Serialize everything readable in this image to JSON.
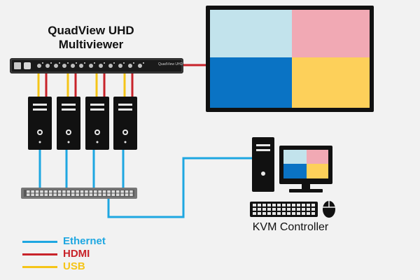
{
  "title": {
    "line1": "QuadView UHD",
    "line2": "Multiviewer"
  },
  "device_label": "QuadView UHD",
  "kvm_label": "KVM Controller",
  "legend": [
    {
      "label": "Ethernet",
      "color": "#1ea7e1"
    },
    {
      "label": "HDMI",
      "color": "#c8232a"
    },
    {
      "label": "USB",
      "color": "#f5c518"
    }
  ],
  "quad_colors": {
    "top_left": "#c2e3ec",
    "top_right": "#f1a9b4",
    "bottom_left": "#0a73c4",
    "bottom_right": "#fdd05a"
  },
  "colors": {
    "ethernet": "#1ea7e1",
    "hdmi": "#c8232a",
    "usb": "#f5c518",
    "hardware": "#111111"
  },
  "icons": [
    "rack-multiviewer-icon",
    "computer-tower-icon",
    "network-switch-icon",
    "display-monitor-icon",
    "keyboard-icon",
    "mouse-icon"
  ]
}
